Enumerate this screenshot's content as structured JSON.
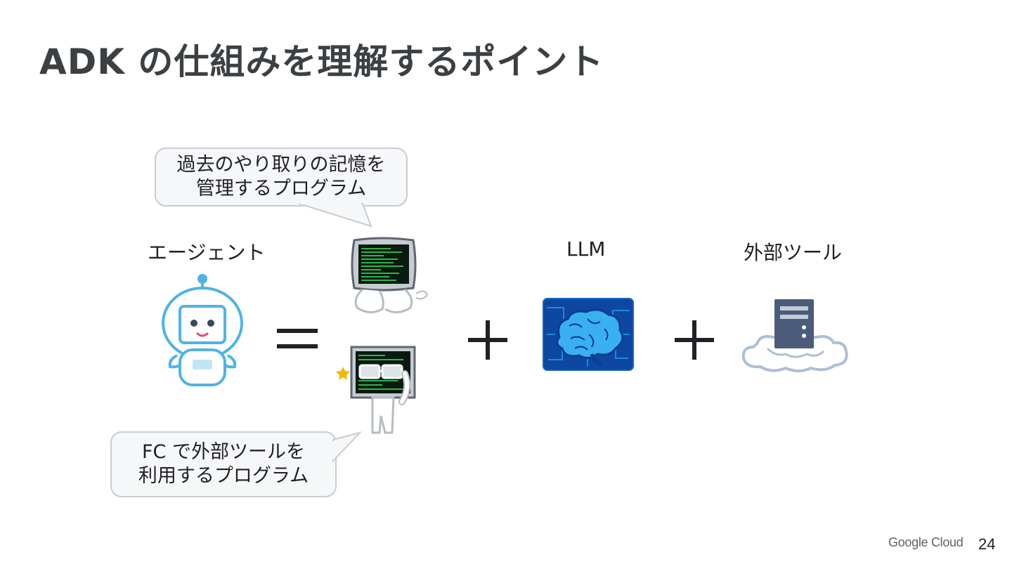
{
  "slide": {
    "title": "ADK の仕組みを理解するポイント",
    "page_number": "24",
    "brand": "Google Cloud"
  },
  "labels": {
    "agent": "エージェント",
    "llm": "LLM",
    "external_tools": "外部ツール"
  },
  "bubbles": {
    "memory": {
      "line1": "過去のやり取りの記憶を",
      "line2": "管理するプログラム"
    },
    "fc": {
      "line1": "FC で外部ツールを",
      "line2": "利用するプログラム"
    }
  },
  "icons": {
    "robot": "robot-icon",
    "program_memory": "computer-character-icon",
    "program_fc": "computer-with-glasses-icon",
    "llm": "brain-chip-icon",
    "server": "cloud-server-icon",
    "equals": "equals-icon",
    "plus": "plus-icon"
  },
  "colors": {
    "title": "#3c4043",
    "accent_blue": "#4fb3e8",
    "llm_blue": "#1565c0",
    "screen_green": "#39e75f",
    "server_slate": "#4b5c7a"
  }
}
